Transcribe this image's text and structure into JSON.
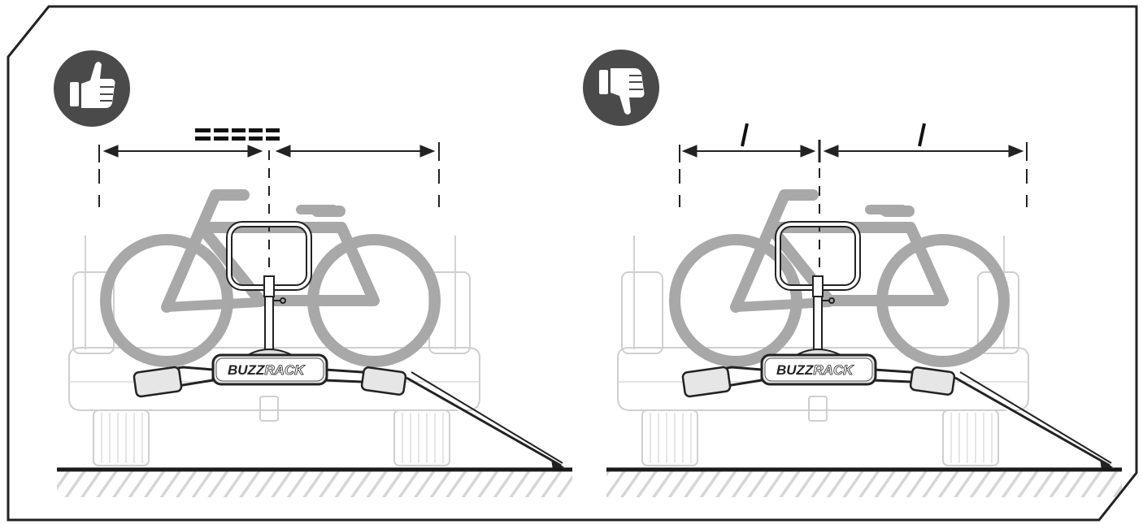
{
  "panels": [
    {
      "verdict": "correct",
      "icon": "thumbs-up-icon",
      "measure_marks": "equal",
      "logo": {
        "part1": "BUZZ",
        "part2": "RACK"
      }
    },
    {
      "verdict": "incorrect",
      "icon": "thumbs-down-icon",
      "measure_marks": "unequal",
      "logo": {
        "part1": "BUZZ",
        "part2": "RACK"
      }
    }
  ],
  "colors": {
    "frame": "#222222",
    "bike": "#a9a9a9",
    "car_outline": "#cfcfcf",
    "icon_bg": "#4a4a4a",
    "ground": "#1a1a1a",
    "hatch": "#d8d8d8"
  }
}
